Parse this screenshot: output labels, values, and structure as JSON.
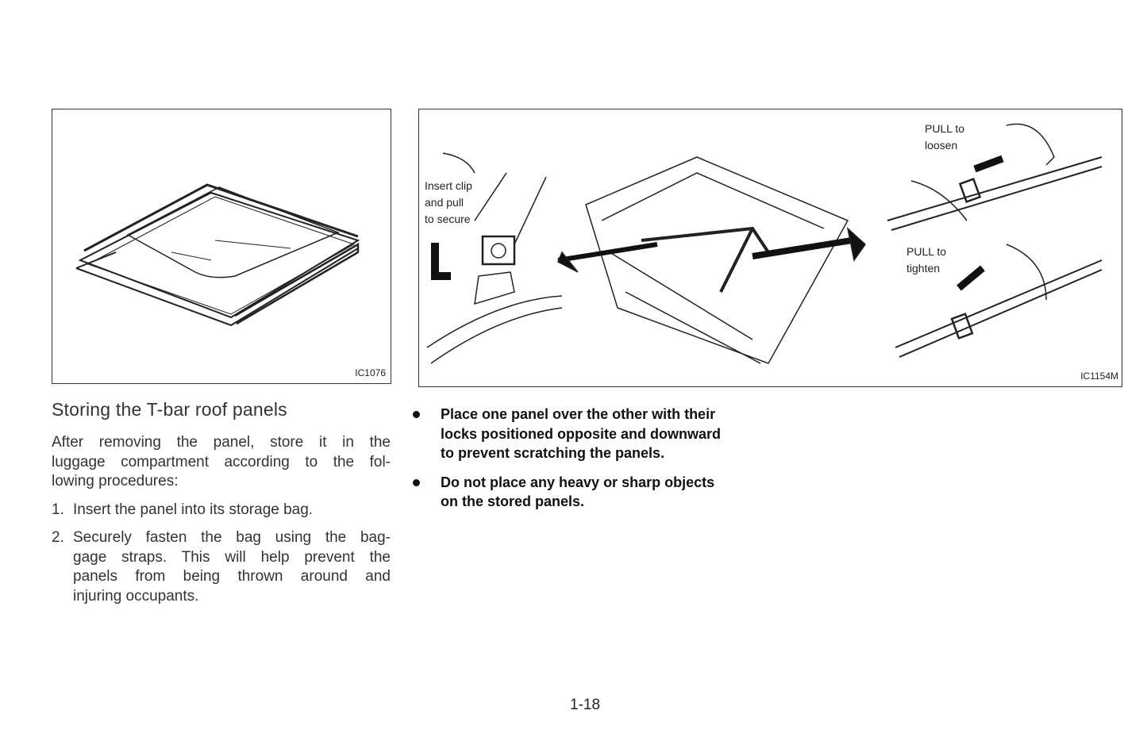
{
  "figures": [
    {
      "code": "IC1076"
    },
    {
      "code": "IC1154M",
      "callouts": {
        "insert": [
          "Insert clip",
          "and pull",
          "to secure"
        ],
        "loosen": [
          "PULL to",
          "loosen"
        ],
        "tighten": [
          "PULL to",
          "tighten"
        ]
      }
    }
  ],
  "section": {
    "title": "Storing the T-bar roof panels",
    "intro_lines": [
      "After removing the panel, store it in the",
      "luggage compartment according to the fol-",
      "lowing procedures:"
    ],
    "steps": [
      {
        "num": "1.",
        "lines": [
          "Insert the panel into its storage bag."
        ]
      },
      {
        "num": "2.",
        "lines": [
          "Securely fasten the bag using the bag-",
          "gage straps. This will help prevent the",
          "panels from being thrown around and",
          "injuring occupants."
        ]
      }
    ]
  },
  "bullets": [
    {
      "lines": [
        "Place one panel over the other with their",
        "locks positioned opposite and downward",
        "to prevent scratching the panels."
      ]
    },
    {
      "lines": [
        "Do not place any heavy or sharp objects",
        "on the stored panels."
      ]
    }
  ],
  "page_number": "1-18"
}
